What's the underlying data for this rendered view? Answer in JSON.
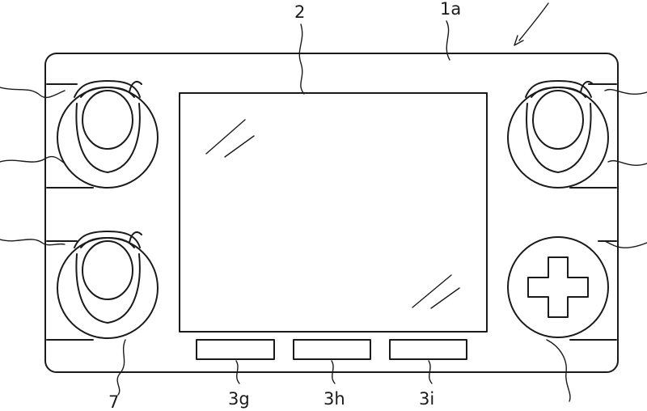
{
  "labels": {
    "screen": "2",
    "body": "1a",
    "button_left": "3g",
    "button_middle": "3h",
    "button_right": "3i",
    "lower_left_stick": "7"
  }
}
